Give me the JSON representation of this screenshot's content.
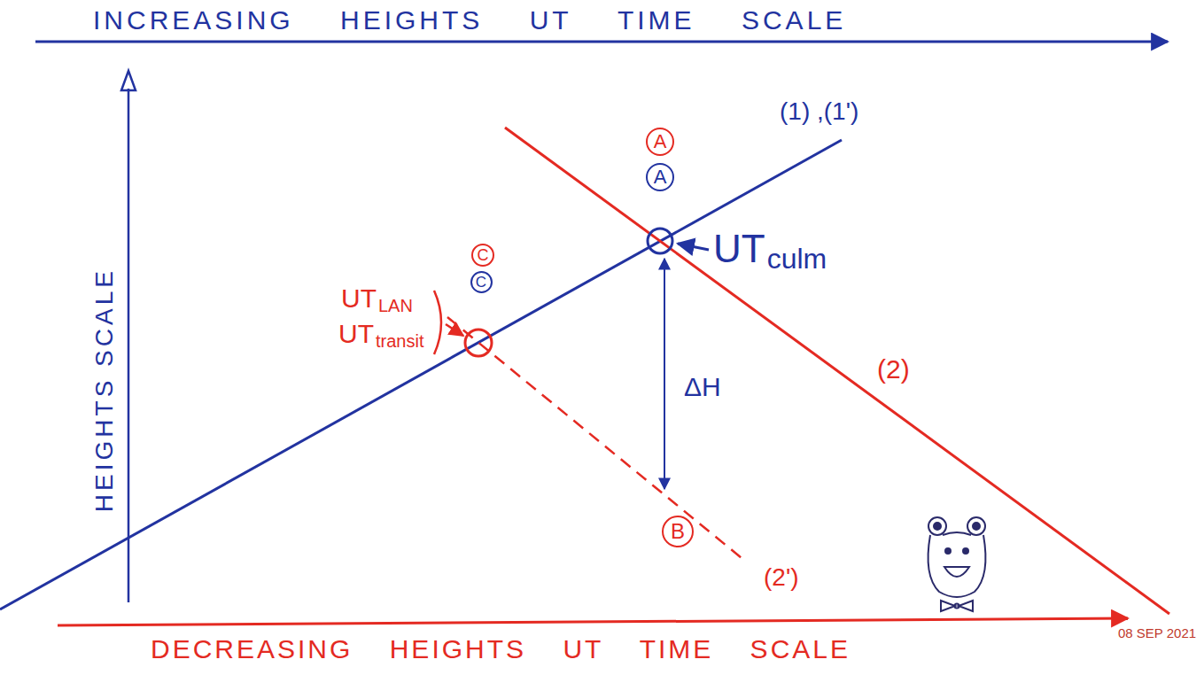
{
  "diagram": {
    "nodes": [
      {
        "text": [
          "A"
        ]
      },
      {
        "text": [
          "A"
        ]
      },
      {
        "text": [
          "C"
        ]
      },
      {
        "text": [
          "C"
        ]
      },
      {
        "text": [
          "B"
        ]
      }
    ],
    "labels": [
      "INCREASING HEIGHTS UT TIME SCALE",
      "HEIGHTS SCALE",
      "(1) ,(1')",
      "UT",
      "culm",
      "UT",
      "LAN",
      "UT",
      "transit",
      "ΔH",
      "(2)",
      "(2')",
      "DECREASING HEIGHTS UT TIME SCALE",
      "08 SEP 2021"
    ]
  }
}
